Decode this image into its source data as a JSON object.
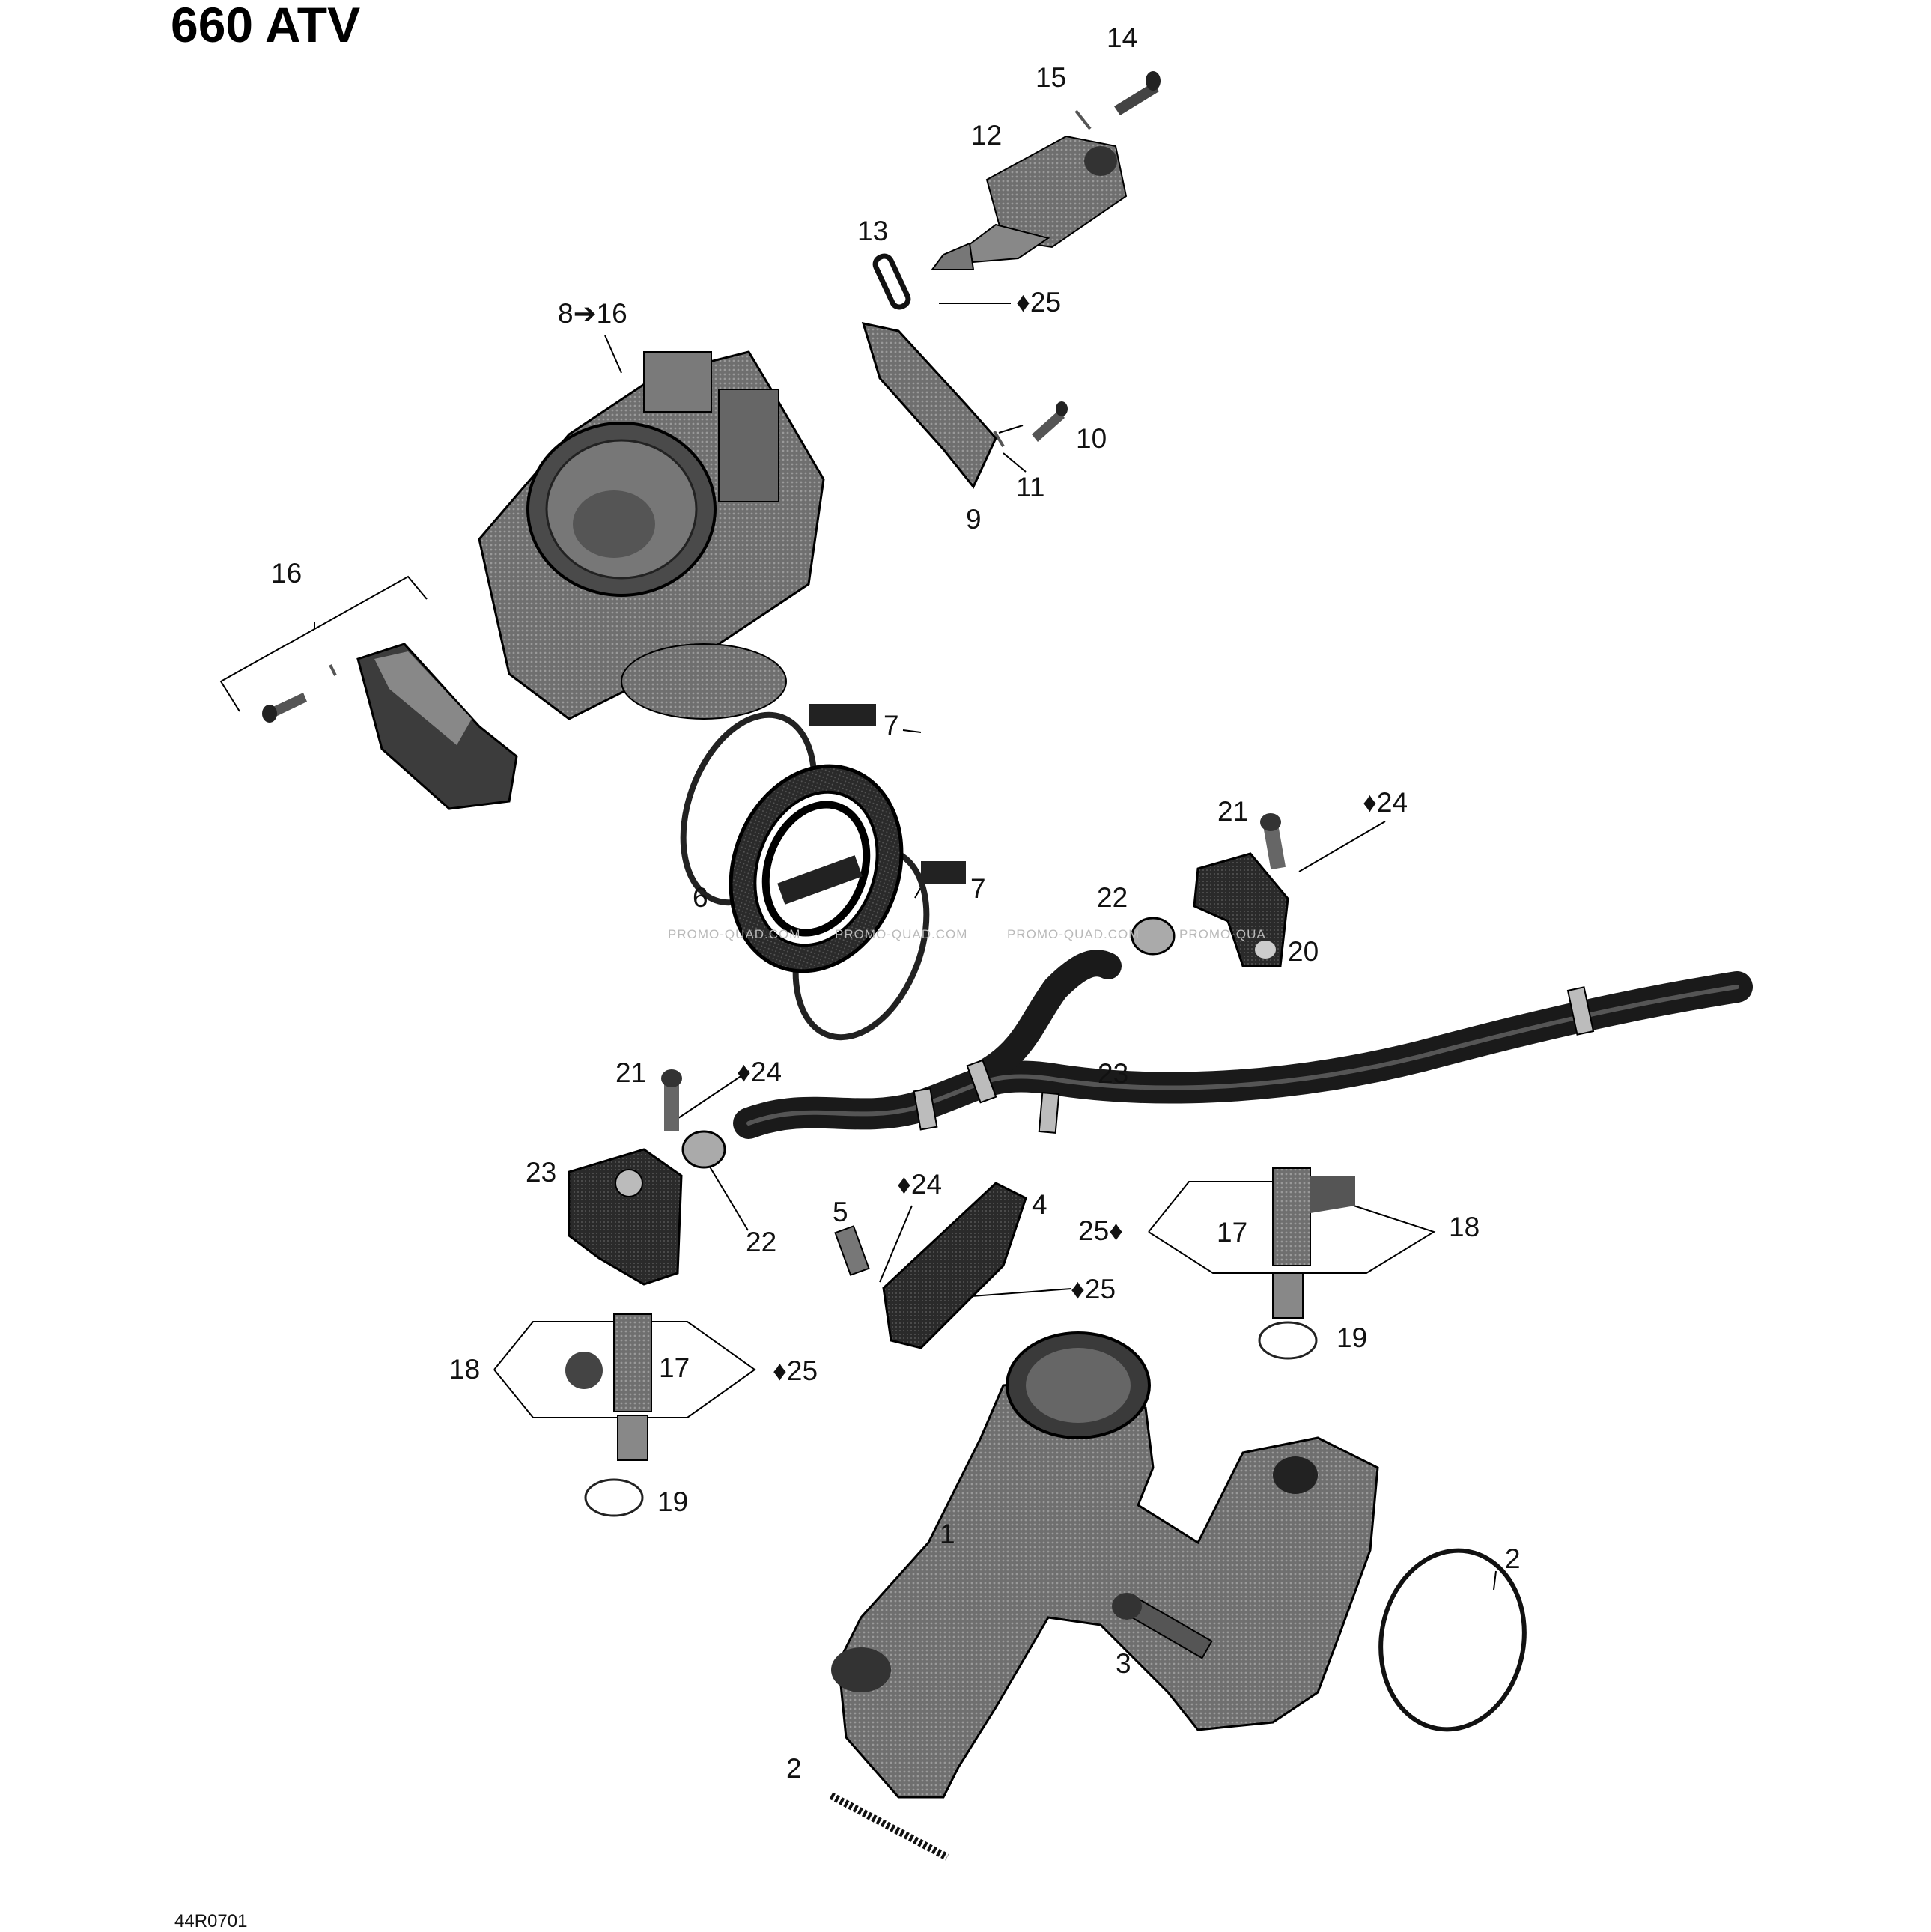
{
  "diagram": {
    "title": "660 ATV",
    "code": "44R0701",
    "watermark": [
      "PROMO-QUAD.COM",
      "PROMO-QUAD.COM",
      "PROMO-QUAD.COM",
      "PROMO-QUA"
    ]
  },
  "callouts": [
    "14",
    "15",
    "12",
    "13",
    "25",
    "8",
    "16",
    "10",
    "11",
    "9",
    "16",
    "7",
    "21",
    "24",
    "7",
    "6",
    "22",
    "20",
    "21",
    "24",
    "23",
    "23",
    "22",
    "24",
    "5",
    "4",
    "25",
    "17",
    "18",
    "25",
    "18",
    "17",
    "25",
    "19",
    "19",
    "1",
    "2",
    "3",
    "2"
  ]
}
